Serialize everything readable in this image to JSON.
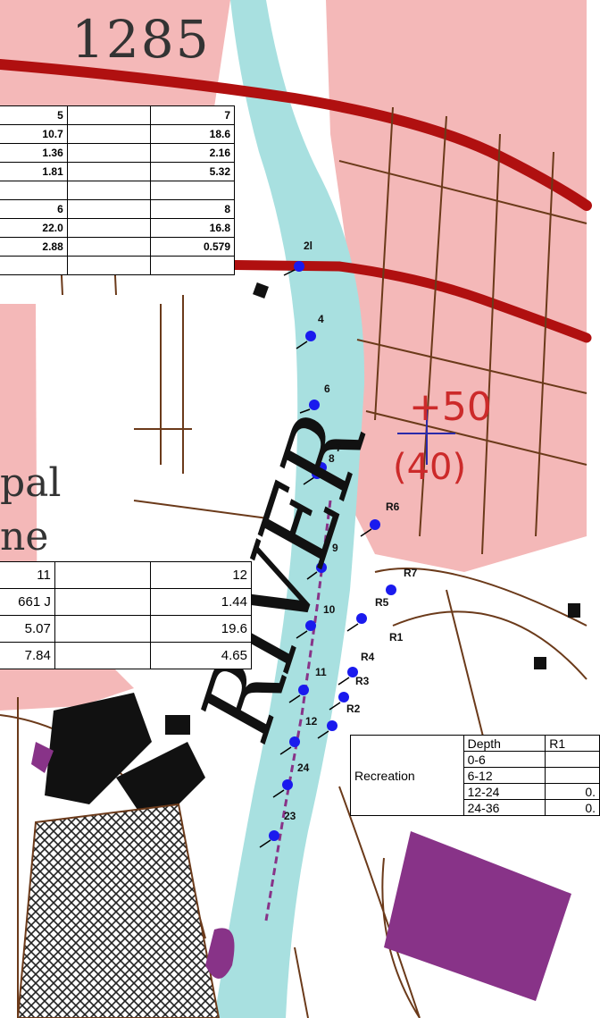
{
  "map": {
    "background_labels": {
      "parcel_number": "1285",
      "river_word": "RIVER",
      "side_label_a": "pal",
      "side_label_b": "ne",
      "elevation_mark": "+50",
      "elevation_sub": "(40)"
    },
    "sample_labels": [
      "2l",
      "4",
      "6",
      "8",
      "7",
      "9",
      "10",
      "11",
      "12",
      "24",
      "23",
      "R6",
      "R7",
      "R5",
      "R1",
      "R4",
      "R3",
      "R2"
    ],
    "colors": {
      "urban_fill": "#f4b8b8",
      "river_fill": "#a8e0e0",
      "road": "#b01010",
      "contour": "#6b3a1a",
      "marker": "#1a1aee",
      "purple_area": "#883388",
      "building": "#111111"
    }
  },
  "table_a": {
    "rows": [
      [
        "5",
        "",
        "7"
      ],
      [
        "10.7",
        "",
        "18.6"
      ],
      [
        "1.36",
        "",
        "2.16"
      ],
      [
        "1.81",
        "",
        "5.32"
      ],
      [
        "",
        "",
        ""
      ],
      [
        "6",
        "",
        "8"
      ],
      [
        "22.0",
        "",
        "16.8"
      ],
      [
        "2.88",
        "",
        "0.579"
      ],
      [
        "",
        "",
        ""
      ]
    ]
  },
  "table_b": {
    "rows": [
      [
        "11",
        "",
        "12"
      ],
      [
        "661 J",
        "",
        "1.44"
      ],
      [
        "5.07",
        "",
        "19.6"
      ],
      [
        "7.84",
        "",
        "4.65"
      ]
    ]
  },
  "table_c": {
    "category": "Recreation",
    "headers": [
      "Depth",
      "R1"
    ],
    "rows": [
      [
        "0-6",
        ""
      ],
      [
        "6-12",
        ""
      ],
      [
        "12-24",
        "0."
      ],
      [
        "24-36",
        "0."
      ]
    ]
  }
}
